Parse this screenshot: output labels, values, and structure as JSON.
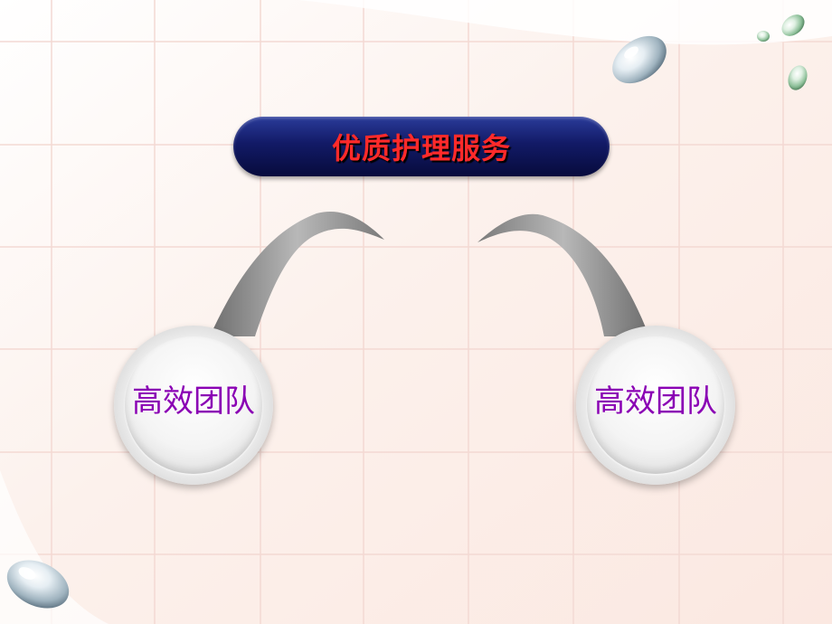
{
  "title": "优质护理服务",
  "nodes": [
    {
      "label": "高效团队"
    },
    {
      "label": "高效团队"
    }
  ],
  "colors": {
    "title_pill": "#121a66",
    "title_text": "#ff2a2a",
    "node_text": "#8a00b4",
    "connector": "#8c8c8c",
    "background": "#fdf5f0",
    "grid": "#f3d9d3"
  },
  "decorations": [
    "water-droplet",
    "water-droplet",
    "water-droplet",
    "water-droplet"
  ]
}
